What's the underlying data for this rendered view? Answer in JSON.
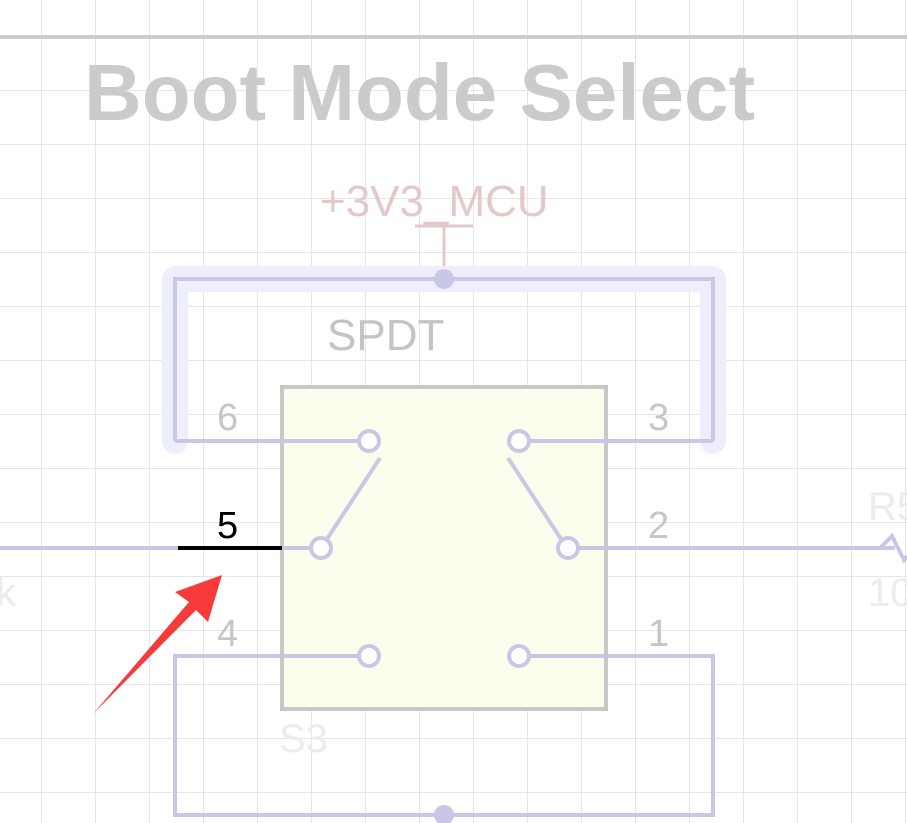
{
  "title": "Boot Mode Select",
  "power_net": "+3V3_MCU",
  "switch": {
    "type": "SPDT",
    "designator": "S3",
    "pins": [
      "1",
      "2",
      "3",
      "4",
      "5",
      "6"
    ]
  },
  "right_component": {
    "ref": "R5",
    "value": "10"
  },
  "left_fragment": "k",
  "highlighted_pin": "5",
  "colors": {
    "wire": "#c8c8e6",
    "body_fill": "#fdfdee",
    "body_stroke": "#c8c8c8",
    "highlight_wire": "#eeeefc",
    "arrow": "#f73b3b",
    "net_label": "#e3c9c9"
  }
}
